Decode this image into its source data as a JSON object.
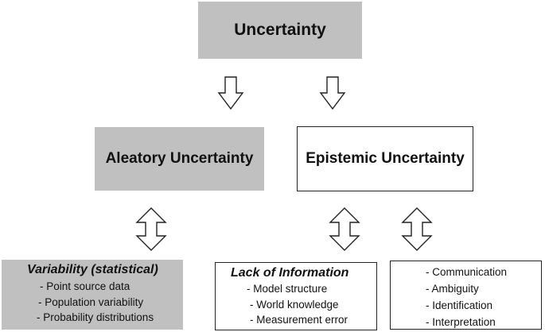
{
  "root": {
    "label": "Uncertainty"
  },
  "aleatory": {
    "label": "Aleatory Uncertainty",
    "detail": {
      "heading": "Variability (statistical)",
      "items": [
        "- Point source data",
        "- Population variability",
        "- Probability distributions"
      ]
    }
  },
  "epistemic": {
    "label": "Epistemic Uncertainty",
    "lack_of_information": {
      "heading": "Lack of Information",
      "items": [
        "- Model structure",
        "- World knowledge",
        "- Measurement error"
      ]
    },
    "other": {
      "items": [
        "- Communication",
        "- Ambiguity",
        "- Identification",
        "- Interpretation"
      ]
    }
  },
  "colors": {
    "gray_box": "#c0c0c0",
    "border": "#222222",
    "arrow": "#222222"
  }
}
